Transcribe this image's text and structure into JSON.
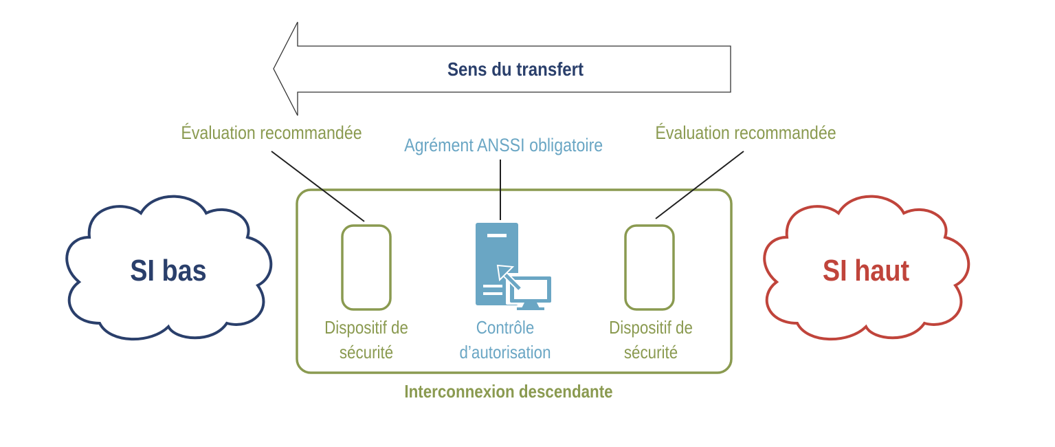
{
  "colors": {
    "green": "#8a9a50",
    "blue": "#6aa6c4",
    "navy": "#2a3f6b",
    "red": "#c0443b",
    "line": "#1f1f1f",
    "arrow_stroke": "#333333"
  },
  "arrow": {
    "label": "Sens du transfert",
    "direction": "left"
  },
  "clouds": {
    "left": {
      "label": "SI bas"
    },
    "right": {
      "label": "SI haut"
    }
  },
  "annotations": {
    "left": "Évaluation recommandée",
    "center": "Agrément ANSSI obligatoire",
    "right": "Évaluation recommandée"
  },
  "components": {
    "left_device": {
      "line1": "Dispositif de",
      "line2": "sécurité"
    },
    "control": {
      "line1": "Contrôle",
      "line2": "d’autorisation"
    },
    "right_device": {
      "line1": "Dispositif de",
      "line2": "sécurité"
    }
  },
  "container": {
    "label": "Interconnexion descendante"
  },
  "icons": {
    "control": "server-monitor-icon"
  }
}
